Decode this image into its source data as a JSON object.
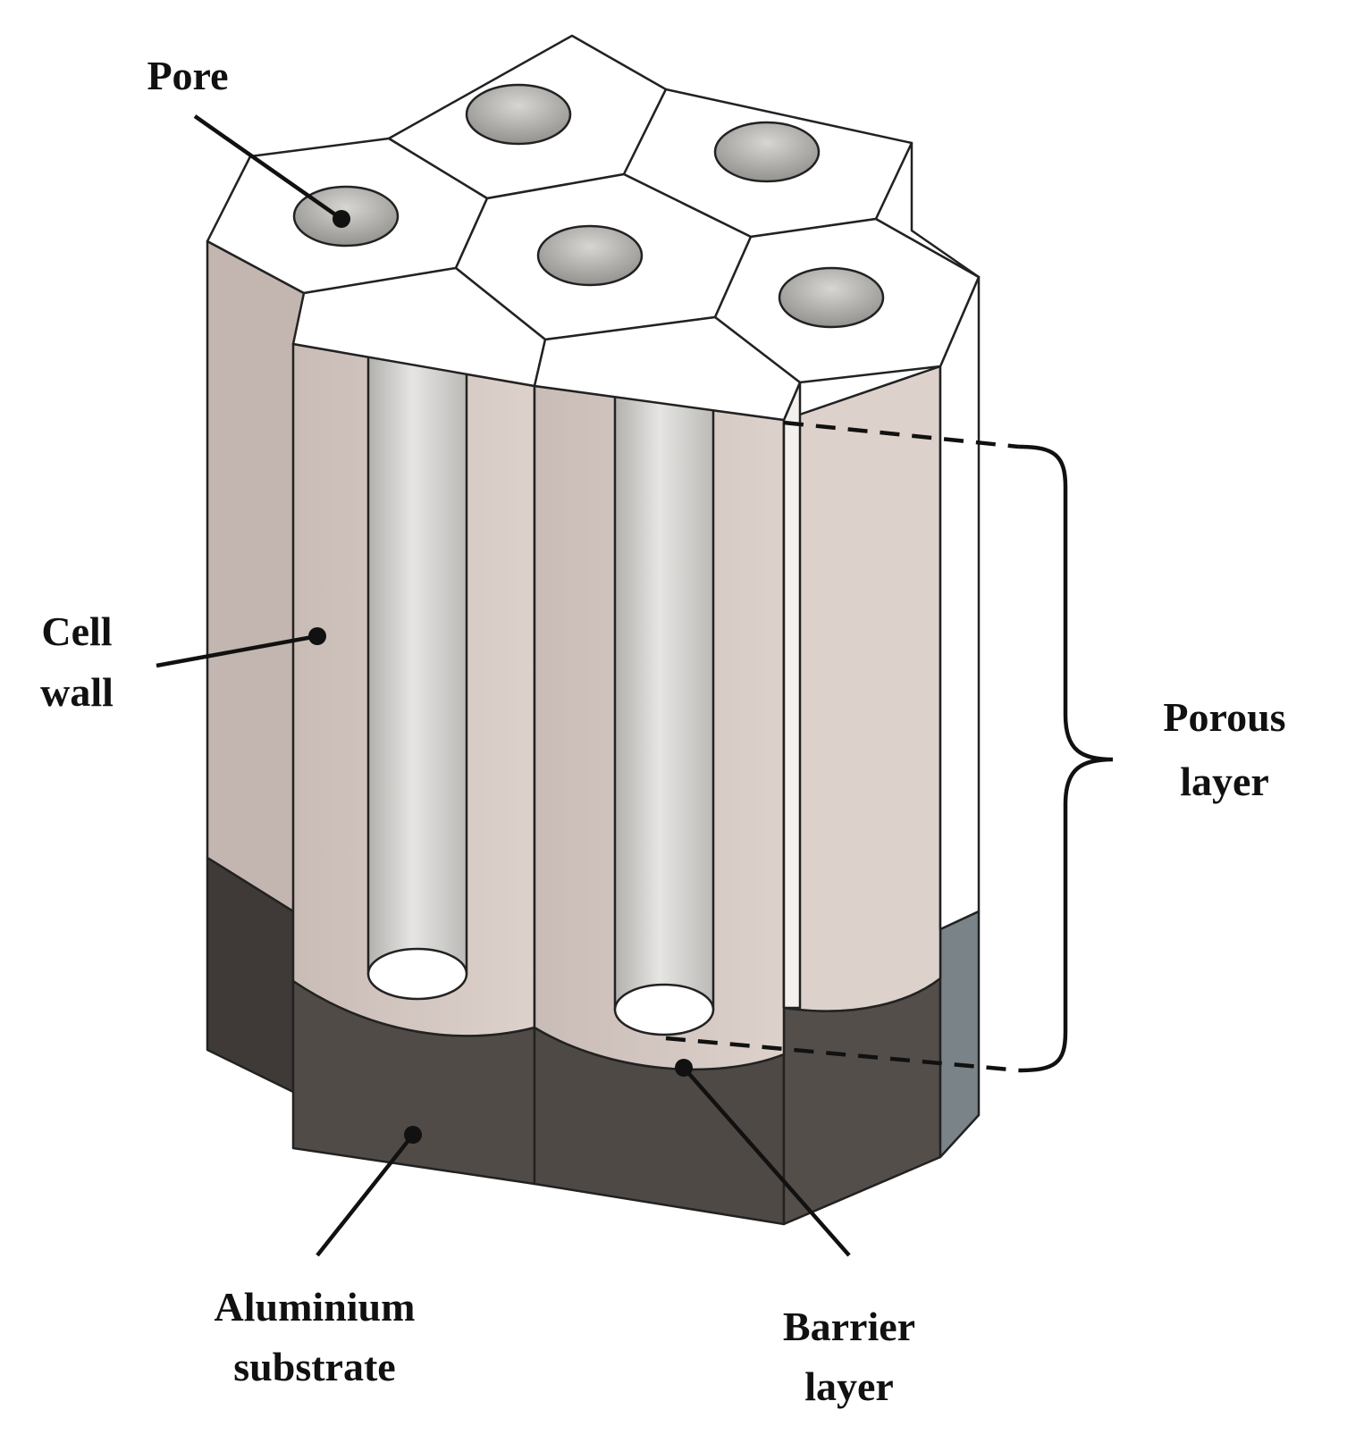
{
  "colors": {
    "top_face": "#ffffff",
    "wall_light": "#d5c8c2",
    "wall_mid": "#cbbdb7",
    "wall_shadow": "#b8aaa4",
    "pore_fill": "#a9a7a3",
    "channel": "#d4d3d2",
    "substrate": "#514b48",
    "substrate_dark": "#3f3a38",
    "substrate_side": "#7a8387",
    "edge": "#222222"
  },
  "labels": {
    "pore": "Pore",
    "cell_wall_line1": "Cell",
    "cell_wall_line2": "wall",
    "porous_layer_line1": "Porous",
    "porous_layer_line2": "layer",
    "aluminium_substrate_line1": "Aluminium",
    "aluminium_substrate_line2": "substrate",
    "barrier_layer_line1": "Barrier",
    "barrier_layer_line2": "layer"
  }
}
